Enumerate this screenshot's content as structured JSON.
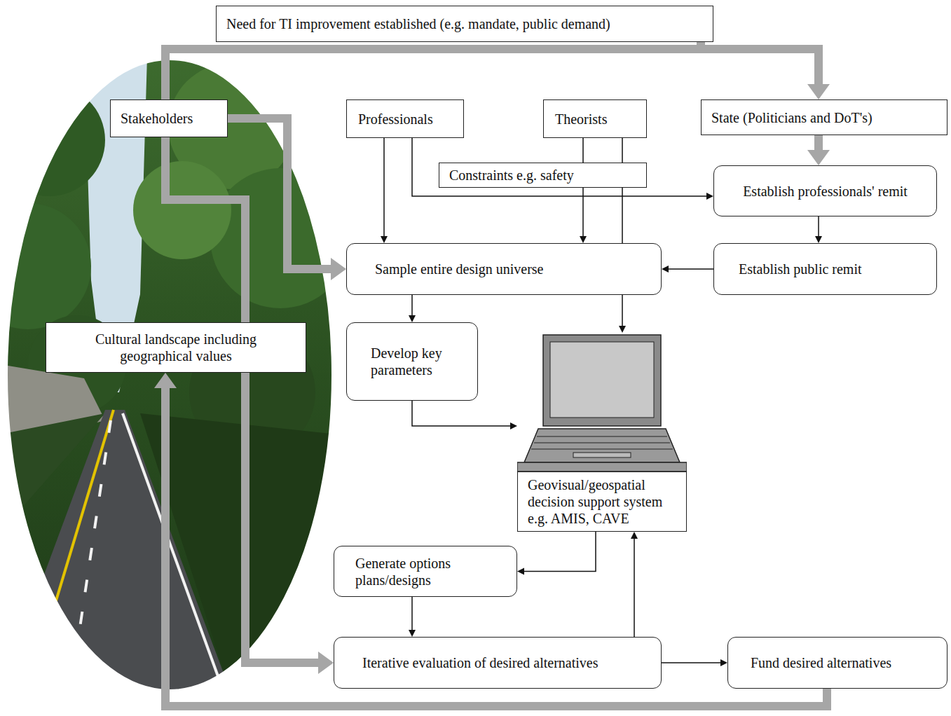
{
  "diagram": {
    "nodes": [
      {
        "text": [
          "Need for TI improvement established (e.g. mandate, public demand)"
        ]
      },
      {
        "text": [
          "Stakeholders"
        ]
      },
      {
        "text": [
          "Professionals"
        ]
      },
      {
        "text": [
          "Theorists"
        ]
      },
      {
        "text": [
          "State (Politicians and DoT's)"
        ]
      },
      {
        "text": [
          "Constraints e.g. safety"
        ]
      },
      {
        "text": [
          "Establish professionals' remit"
        ]
      },
      {
        "text": [
          "Sample entire design universe"
        ]
      },
      {
        "text": [
          "Establish public remit"
        ]
      },
      {
        "text": [
          "Cultural landscape including geographical values"
        ]
      },
      {
        "text": [
          "Develop key parameters"
        ]
      },
      {
        "text": [
          "Geovisual/geospatial decision support system e.g. AMIS, CAVE"
        ]
      },
      {
        "text": [
          "Generate options plans/designs"
        ]
      },
      {
        "text": [
          "Iterative evaluation of desired alternatives"
        ]
      },
      {
        "text": [
          "Fund desired alternatives"
        ]
      }
    ],
    "edges": [
      {
        "from": 0,
        "to": 4,
        "arrow": "to"
      },
      {
        "from": 1,
        "to": 7,
        "arrow": "to"
      },
      {
        "from": 1,
        "to": 13,
        "arrow": "to"
      },
      {
        "from": 2,
        "to": 7,
        "arrow": "to"
      },
      {
        "from": 2,
        "to": 6,
        "arrow": "to"
      },
      {
        "from": 3,
        "to": 7,
        "arrow": "to"
      },
      {
        "from": 3,
        "to": 11,
        "arrow": "to"
      },
      {
        "from": 4,
        "to": 6,
        "arrow": "to"
      },
      {
        "from": 6,
        "to": 8,
        "arrow": "to"
      },
      {
        "from": 8,
        "to": 7,
        "arrow": "to"
      },
      {
        "from": 7,
        "to": 10,
        "arrow": "to"
      },
      {
        "from": 10,
        "to": 11,
        "arrow": "to"
      },
      {
        "from": 11,
        "to": 12,
        "arrow": "to"
      },
      {
        "from": 12,
        "to": 13,
        "arrow": "to"
      },
      {
        "from": 13,
        "to": 11,
        "arrow": "to"
      },
      {
        "from": 13,
        "to": 14,
        "arrow": "to"
      },
      {
        "from": 14,
        "to": 9,
        "arrow": "to"
      }
    ]
  }
}
